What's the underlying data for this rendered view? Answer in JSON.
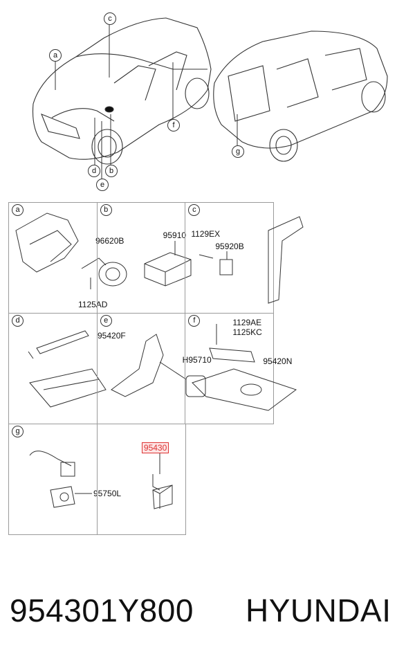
{
  "callouts": {
    "a": "a",
    "b": "b",
    "c": "c",
    "d": "d",
    "e": "e",
    "f": "f",
    "g": "g"
  },
  "panels": [
    {
      "tag": "a",
      "parts": [
        "96620B",
        "1125AD"
      ]
    },
    {
      "tag": "b",
      "parts": [
        "95910"
      ]
    },
    {
      "tag": "c",
      "parts": [
        "1129EX",
        "95920B"
      ]
    },
    {
      "tag": "d",
      "parts": [
        "95420F"
      ]
    },
    {
      "tag": "e",
      "parts": [
        "H95710"
      ]
    },
    {
      "tag": "f",
      "parts": [
        "1129AE",
        "1125KC",
        "95420N"
      ]
    },
    {
      "tag": "g",
      "parts": [
        "95750L"
      ]
    },
    {
      "tag": "",
      "parts": [
        "95430"
      ]
    }
  ],
  "highlight_color": "#d33333",
  "footer": {
    "part_number": "954301Y800",
    "brand": "HYUNDAI"
  }
}
